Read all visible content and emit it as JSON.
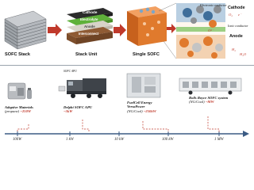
{
  "top": {
    "stages": [
      {
        "name": "SOFC Stack"
      },
      {
        "name": "Stack Unit"
      },
      {
        "name": "Single SOFC"
      }
    ],
    "layers": {
      "cathode": "Cathode",
      "electrolyte": "Electrolyte",
      "anode": "Anode",
      "interconnect": "Interconnect"
    },
    "micro": {
      "electronic_conductor": "Electronic conductor",
      "ionic_conductor": "Ionic conductor",
      "cathode": "Cathode",
      "anode": "Anode",
      "o2": "O₂",
      "h2": "H₂",
      "h2o": "H₂O",
      "electrons": "e⁻",
      "oxide_ion": "O²⁻"
    }
  },
  "products": [
    {
      "name": "Adaptive Materials",
      "fuel": "(propane)",
      "power": "~250W"
    },
    {
      "name": "Delphi SOFC APU",
      "fuel": "",
      "power": "~5kW",
      "tag": "SOFC APU"
    },
    {
      "name": "FuelCell Energy",
      "name2": "VersaPower",
      "fuel": "(NG/Coal)",
      "power": "~250kW"
    },
    {
      "name": "Rolls Royce SOFC system",
      "fuel": "(NG/Coal)",
      "power": "~MW"
    }
  ],
  "scale": {
    "ticks": [
      "100W",
      "1 kW",
      "10 kW",
      "100 kW",
      "1 MW"
    ]
  },
  "colors": {
    "arrow": "#c0392b",
    "power": "#c0392b",
    "scale_line": "#3b5b84",
    "cathode": "#2b2b2b",
    "electrolyte": "#5fb13a",
    "anode": "#d7d3c8",
    "interconnect": "#8f5b34",
    "cell_orange": "#e07a2d"
  }
}
